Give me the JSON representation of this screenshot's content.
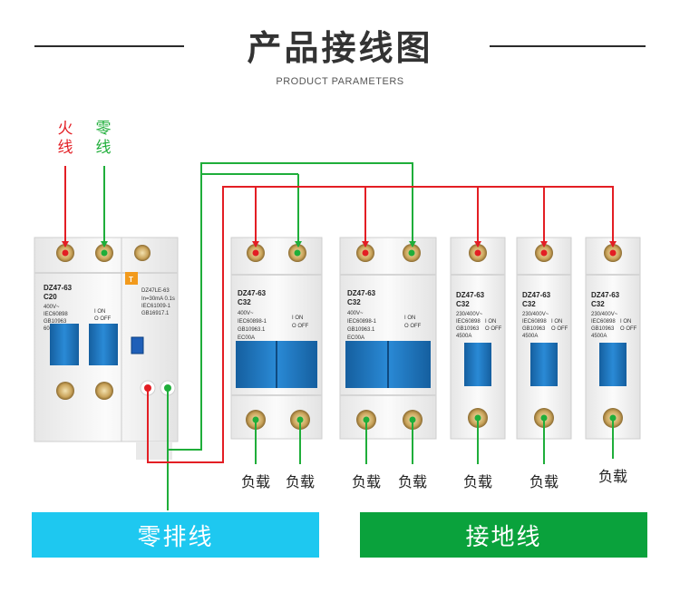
{
  "header": {
    "title": "产品接线图",
    "subtitle": "PRODUCT PARAMETERS"
  },
  "inputs": {
    "live": {
      "line1": "火",
      "line2": "线"
    },
    "neutral": {
      "line1": "零",
      "line2": "线"
    }
  },
  "breakers": {
    "main": {
      "model": "DZ47-63",
      "rating": "C20",
      "spec1": "400V~",
      "spec2": "IEC60898",
      "spec3": "GB10963",
      "spec4": "6000A",
      "rcd_model": "DZ47LE-63",
      "rcd_spec1": "In=30mA 0.1s",
      "rcd_spec2": "IEC61009-1",
      "rcd_spec3": "GB16917.1",
      "test_label": "T",
      "on_label": "I ON",
      "off_label": "O OFF"
    },
    "two_pole": {
      "model": "DZ47-63",
      "rating": "C32",
      "spec1": "400V~",
      "spec2": "IEC60898-1",
      "spec3": "GB10963.1",
      "spec4": "EC00A",
      "on_label": "I ON",
      "off_label": "O OFF"
    },
    "one_pole": {
      "model": "DZ47-63",
      "rating": "C32",
      "spec1": "230/400V~",
      "spec2": "IEC60898",
      "spec3": "GB10963",
      "spec4": "4500A",
      "on_label": "I ON",
      "off_label": "O OFF"
    }
  },
  "loads": [
    "负载",
    "负载",
    "负载",
    "负载",
    "负载",
    "负载",
    "负载"
  ],
  "bars": {
    "neutral_bar": {
      "label": "零排线",
      "color": "#1ec8f0"
    },
    "ground_bar": {
      "label": "接地线",
      "color": "#0aa23c"
    }
  },
  "colors": {
    "live_wire": "#e31e24",
    "neutral_wire": "#1fae3a",
    "breaker_body": "#f2f2f2",
    "handle": "#1f7ac6",
    "terminal": "#d9b877"
  }
}
